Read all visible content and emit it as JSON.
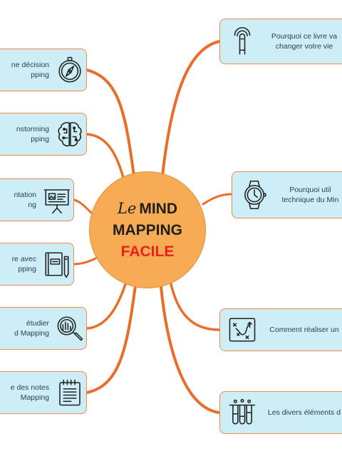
{
  "center": {
    "line1_prefix": "Le",
    "line1_main": "MIND",
    "line2": "MAPPING",
    "line3": "FACILE"
  },
  "colors": {
    "branch": "#ea6d2a",
    "node_fill": "#cdeef6",
    "node_border": "#f08a4b",
    "center_fill": "#f7ab55",
    "accent_red": "#e8221b"
  },
  "left_nodes": [
    {
      "line1": "ne décision",
      "line2": "pping",
      "icon": "compass-icon"
    },
    {
      "line1": "nstorming",
      "line2": "pping",
      "icon": "brain-circuit-icon"
    },
    {
      "line1": "ntation",
      "line2": "ng",
      "icon": "presentation-board-icon"
    },
    {
      "line1": "re avec",
      "line2": "pping",
      "icon": "notebook-pencil-icon"
    },
    {
      "line1": "étudier",
      "line2": "d Mapping",
      "icon": "magnifier-chart-icon"
    },
    {
      "line1": "e des notes",
      "line2": "Mapping",
      "icon": "notepad-icon"
    }
  ],
  "right_nodes": [
    {
      "line1": "Pourquoi ce livre va",
      "line2": "changer votre vie",
      "icon": "finger-touch-icon"
    },
    {
      "line1": "Pourquoi util",
      "line2": "technique du Min",
      "icon": "wristwatch-icon"
    },
    {
      "line1": "Comment réaliser un",
      "line2": "",
      "icon": "strategy-map-icon"
    },
    {
      "line1": "Les divers éléments d",
      "line2": "",
      "icon": "test-tubes-icon"
    }
  ]
}
